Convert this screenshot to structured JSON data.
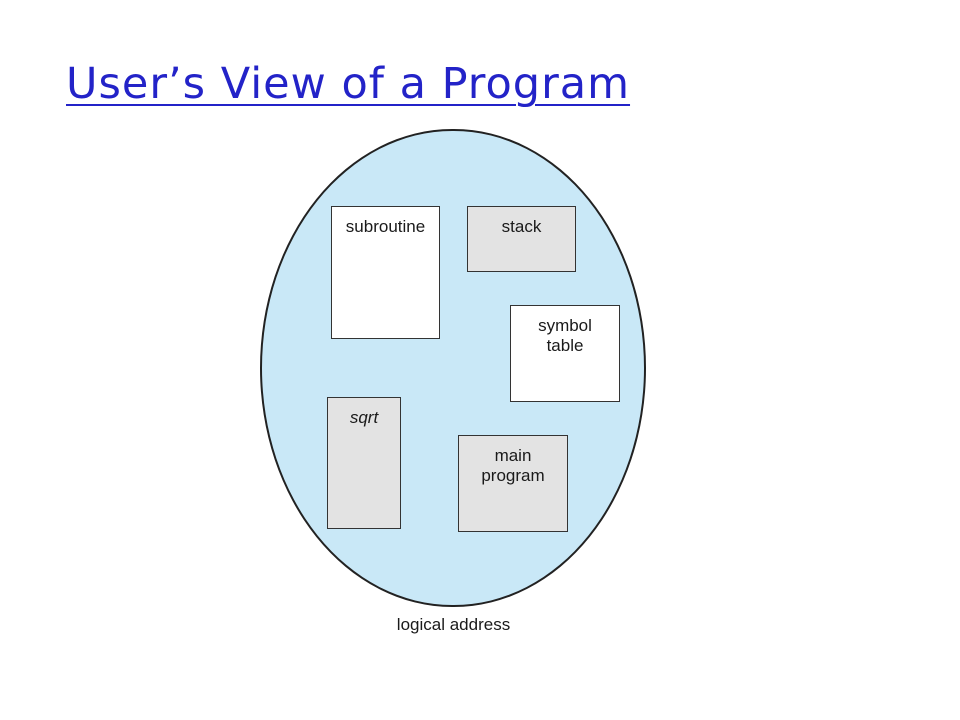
{
  "slide": {
    "title": "User’s View of a Program"
  },
  "diagram": {
    "segments": {
      "subroutine": "subroutine",
      "stack": "stack",
      "symbol_table": "symbol\ntable",
      "sqrt": "sqrt",
      "main_program": "main\nprogram"
    },
    "caption": "logical address"
  },
  "colors": {
    "title": "#2323c8",
    "address_space_fill": "#c9e8f7",
    "gray_segment_fill": "#e3e3e3",
    "white_segment_fill": "#ffffff"
  }
}
